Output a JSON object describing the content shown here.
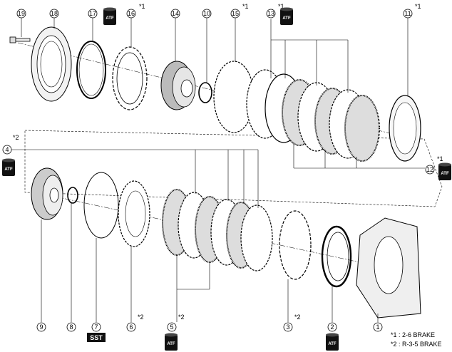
{
  "callouts": [
    {
      "num": "1"
    },
    {
      "num": "2"
    },
    {
      "num": "3"
    },
    {
      "num": "4"
    },
    {
      "num": "5"
    },
    {
      "num": "6"
    },
    {
      "num": "7"
    },
    {
      "num": "8"
    },
    {
      "num": "9"
    },
    {
      "num": "10"
    },
    {
      "num": "11"
    },
    {
      "num": "12"
    },
    {
      "num": "13"
    },
    {
      "num": "14"
    },
    {
      "num": "15"
    },
    {
      "num": "16"
    },
    {
      "num": "17"
    },
    {
      "num": "18"
    },
    {
      "num": "19"
    }
  ],
  "marks": {
    "star1": "*1",
    "star2": "*2"
  },
  "badges": {
    "atf": "ATF",
    "sst": "SST"
  },
  "legend": {
    "line1": "*1 : 2-6 BRAKE",
    "line2": "*2 : R-3-5 BRAKE"
  }
}
